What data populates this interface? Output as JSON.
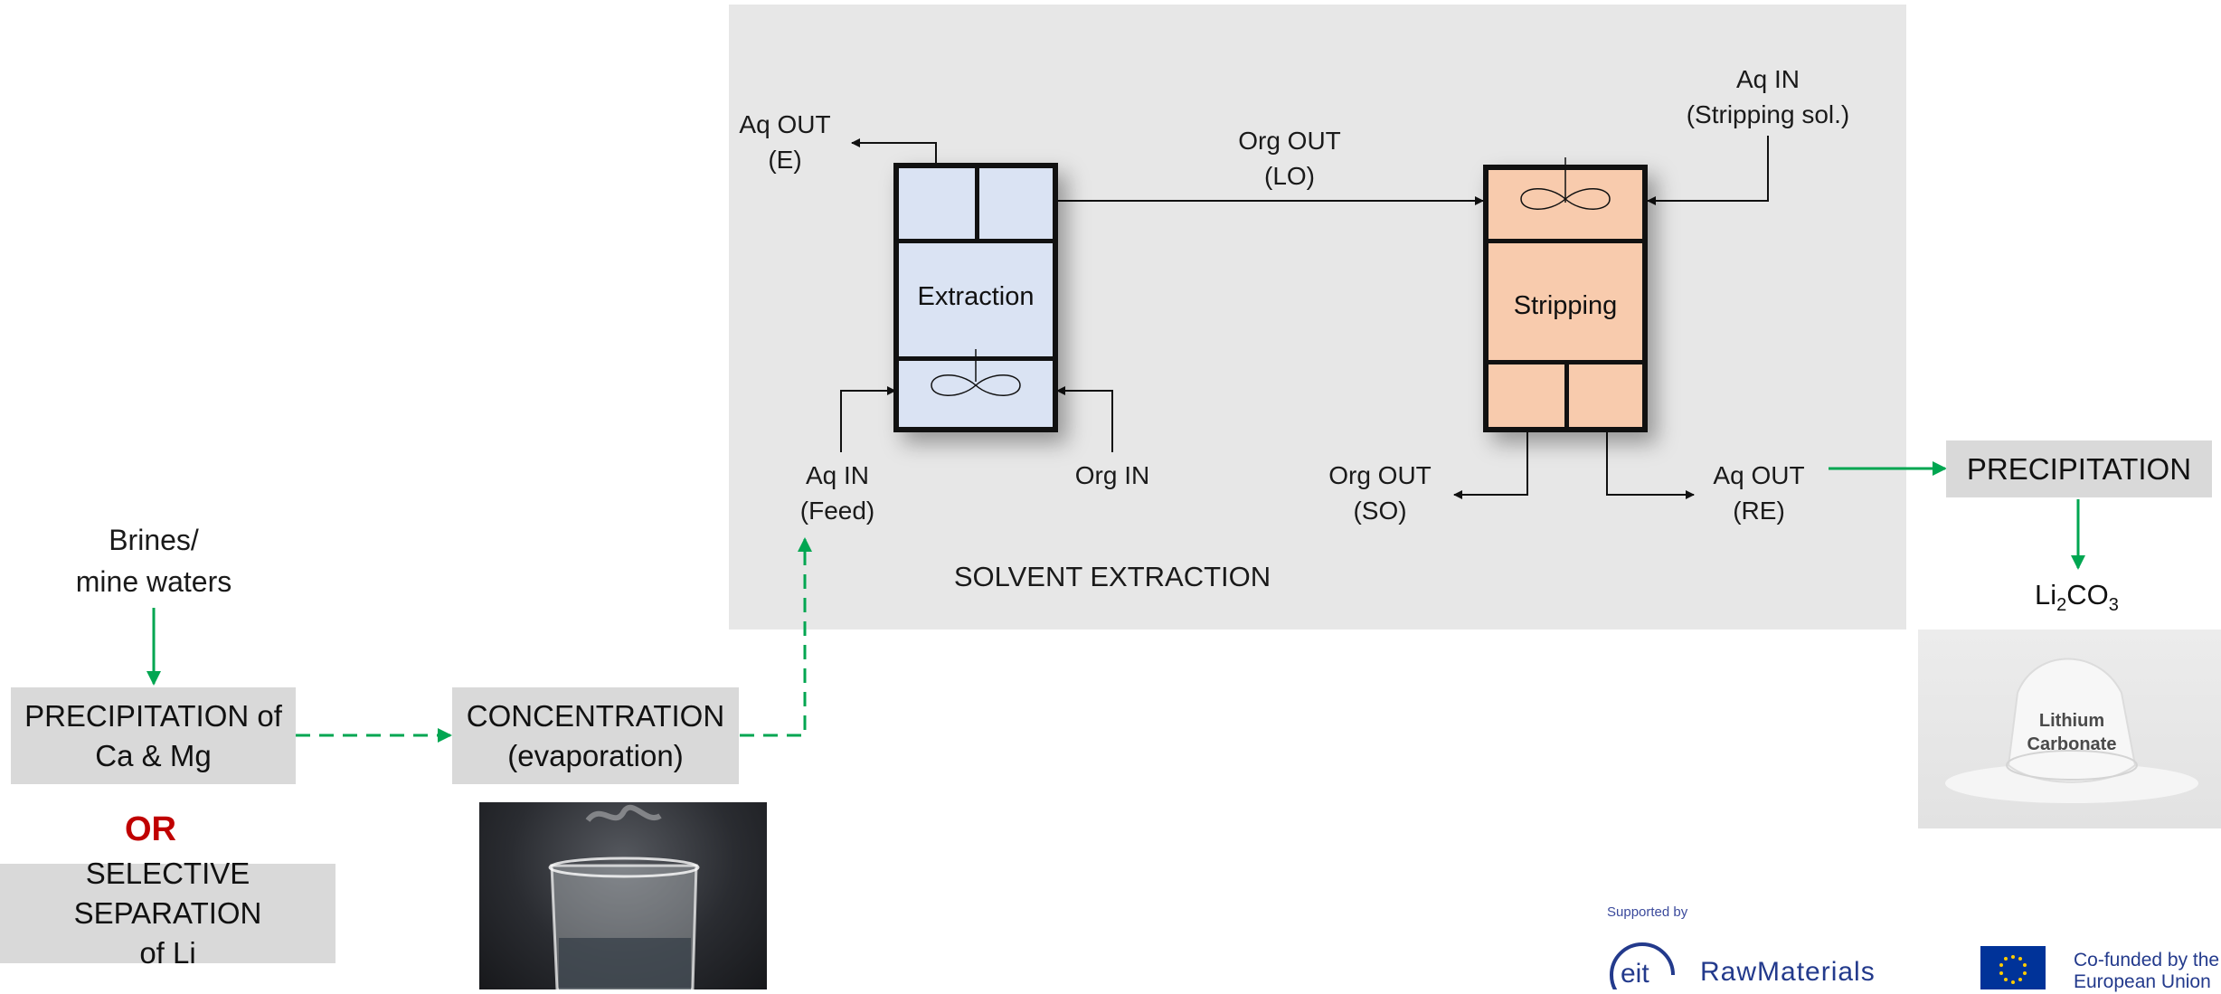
{
  "solvent_extraction": {
    "panel_title": "SOLVENT EXTRACTION",
    "extraction_label": "Extraction",
    "stripping_label": "Stripping",
    "aq_out_e": [
      "Aq OUT",
      "(E)"
    ],
    "org_out_lo": [
      "Org OUT",
      "(LO)"
    ],
    "aq_in_strip": [
      "Aq IN",
      "(Stripping sol.)"
    ],
    "aq_in_feed": [
      "Aq IN",
      "(Feed)"
    ],
    "org_in": "Org IN",
    "org_out_so": [
      "Org OUT",
      "(SO)"
    ],
    "aq_out_re": [
      "Aq OUT",
      "(RE)"
    ]
  },
  "process": {
    "source": [
      "Brines/",
      "mine waters"
    ],
    "step1": [
      "PRECIPITATION of",
      "Ca & Mg"
    ],
    "or_label": "OR",
    "step1_alt": [
      "SELECTIVE SEPARATION",
      "of Li"
    ],
    "step2": [
      "CONCENTRATION",
      "(evaporation)"
    ],
    "step_final": "PRECIPITATION",
    "product": {
      "base": "Li",
      "sub1": "2",
      "mid": "CO",
      "sub2": "3"
    },
    "product_photo_label": [
      "Lithium",
      "Carbonate"
    ]
  },
  "logos": {
    "supported_by": "Supported by",
    "eit": "eit",
    "raw_materials": "RawMaterials",
    "cofunded": [
      "Co-funded by the",
      "European Union"
    ]
  },
  "colors": {
    "flow_green": "#00a651",
    "extraction_fill": "#dae3f3",
    "stripping_fill": "#f8cbad",
    "or_red": "#c00000"
  }
}
